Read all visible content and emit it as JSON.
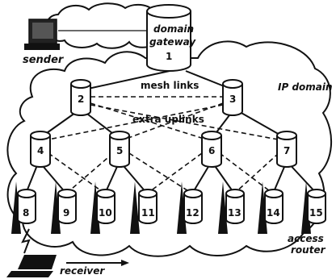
{
  "labels": {
    "sender": "sender",
    "domain_gateway": "domain gateway",
    "gateway_line1": "domain",
    "gateway_line2": "gateway",
    "gateway_num": "1",
    "mesh_links": "mesh links",
    "extra_uplinks": "extra uplinks",
    "ip_domain": "IP domain",
    "access_router_line1": "access",
    "access_router_line2": "router",
    "receiver": "receiver"
  },
  "routers": {
    "r2": "2",
    "r3": "3",
    "r4": "4",
    "r5": "5",
    "r6": "6",
    "r7": "7"
  },
  "access_routers": {
    "a8": "8",
    "a9": "9",
    "a10": "10",
    "a11": "11",
    "a12": "12",
    "a13": "13",
    "a14": "14",
    "a15": "15"
  },
  "colors": {
    "ink": "#111111",
    "background": "#ffffff"
  }
}
